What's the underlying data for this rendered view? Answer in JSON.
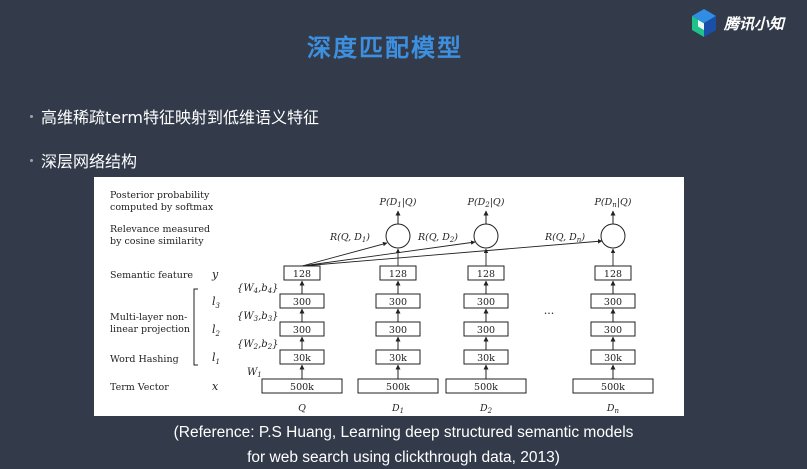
{
  "header": {
    "title": "深度匹配模型",
    "brand": "腾讯小知"
  },
  "bullets": [
    "高维稀疏term特征映射到低维语义特征",
    "深层网络结构"
  ],
  "figure": {
    "row_labels": {
      "posterior_1": "Posterior probability",
      "posterior_2": "computed by softmax",
      "relevance_1": "Relevance measured",
      "relevance_2": "by cosine similarity",
      "semantic": "Semantic feature",
      "multilayer_1": "Multi-layer non-",
      "multilayer_2": "linear projection",
      "hashing": "Word Hashing",
      "termvec": "Term Vector"
    },
    "row_vars": {
      "y": "y",
      "l3": "l",
      "l3_sub": "3",
      "l2": "l",
      "l2_sub": "2",
      "l1": "l",
      "l1_sub": "1",
      "x": "x"
    },
    "weights": {
      "w4": "{W",
      "w4_sub": "4",
      "w4_mid": ",b",
      "w4_sub2": "4",
      "w4_end": "}",
      "w3": "{W",
      "w3_sub": "3",
      "w3_mid": ",b",
      "w3_sub2": "3",
      "w3_end": "}",
      "w2": "{W",
      "w2_sub": "2",
      "w2_mid": ",b",
      "w2_sub2": "2",
      "w2_end": "}",
      "w1": "W",
      "w1_sub": "1"
    },
    "layer_values": {
      "top": "128",
      "l3": "300",
      "l2": "300",
      "l1": "30k",
      "x": "500k"
    },
    "ellipsis": "...",
    "columns": [
      {
        "bottom": "Q",
        "bottom_sub": "",
        "prob": "",
        "prob_sub": "",
        "rel": ""
      },
      {
        "bottom": "D",
        "bottom_sub": "1",
        "prob": "P(D",
        "prob_sub": "1",
        "prob_end": "|Q)",
        "rel": "R(Q, D",
        "rel_sub": "1",
        "rel_end": ")"
      },
      {
        "bottom": "D",
        "bottom_sub": "2",
        "prob": "P(D",
        "prob_sub": "2",
        "prob_end": "|Q)",
        "rel": "R(Q, D",
        "rel_sub": "2",
        "rel_end": ")"
      },
      {
        "bottom": "D",
        "bottom_sub": "n",
        "prob": "P(D",
        "prob_sub": "n",
        "prob_end": "|Q)",
        "rel": "R(Q, D",
        "rel_sub": "n",
        "rel_end": ")"
      }
    ]
  },
  "reference": {
    "line1": "(Reference: P.S Huang, Learning deep structured semantic models",
    "line2": "for web search using clickthrough data, 2013)"
  },
  "colors": {
    "background": "#333b4b",
    "title": "#3d8fe0"
  }
}
